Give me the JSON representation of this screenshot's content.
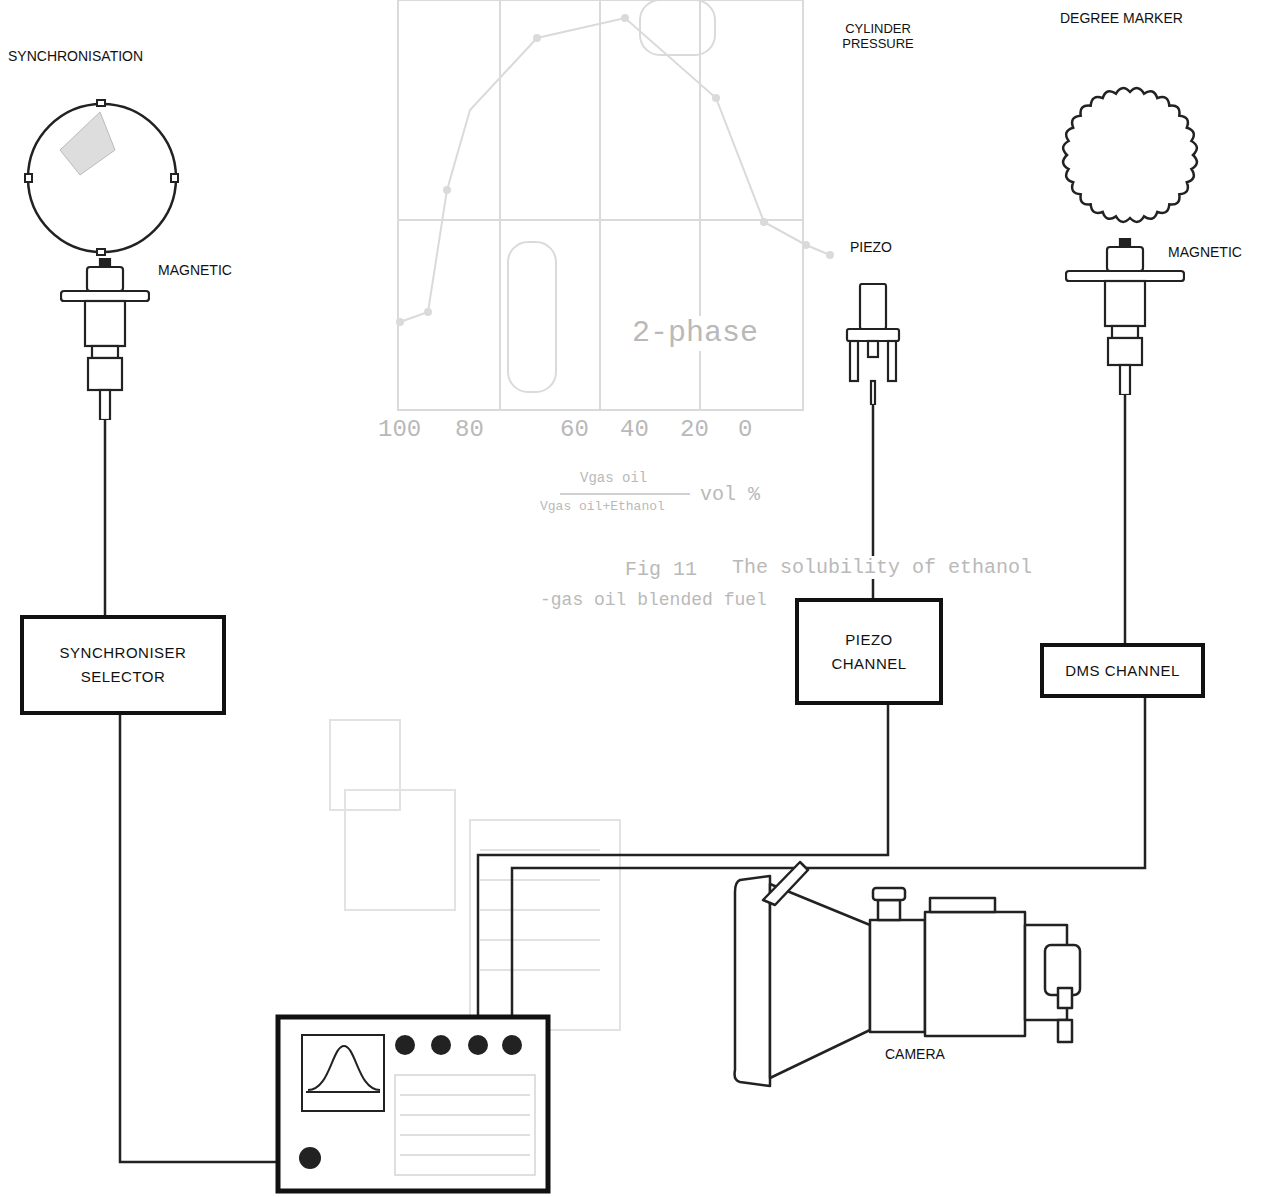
{
  "diagram": {
    "nodes": [
      {
        "text": [
          "MAGNETIC"
        ]
      },
      {
        "text": [
          "SYNCHRONISER SELECTOR"
        ]
      },
      {
        "text": [
          "PIEZO"
        ]
      },
      {
        "text": [
          "PIEZO CHANNEL"
        ]
      },
      {
        "text": [
          "MAGNETIC"
        ]
      },
      {
        "text": [
          "DMS CHANNEL"
        ]
      }
    ],
    "edges": [
      {
        "from": 0,
        "to": 1,
        "arrow": "none"
      },
      {
        "from": 2,
        "to": 3,
        "arrow": "none"
      },
      {
        "from": 4,
        "to": 5,
        "arrow": "none"
      }
    ],
    "labels": [
      "SYNCHRONISATION",
      "CYLINDER PRESSURE",
      "DEGREE MARKER",
      "CAMERA",
      "2-phase",
      "100",
      "80",
      "60",
      "40",
      "20",
      "0",
      "vol %",
      "Vgas oil",
      "Vgas oil+Ethanol",
      "Fig 11",
      "The solubility of ethanol",
      "-gas oil blended fuel"
    ]
  }
}
